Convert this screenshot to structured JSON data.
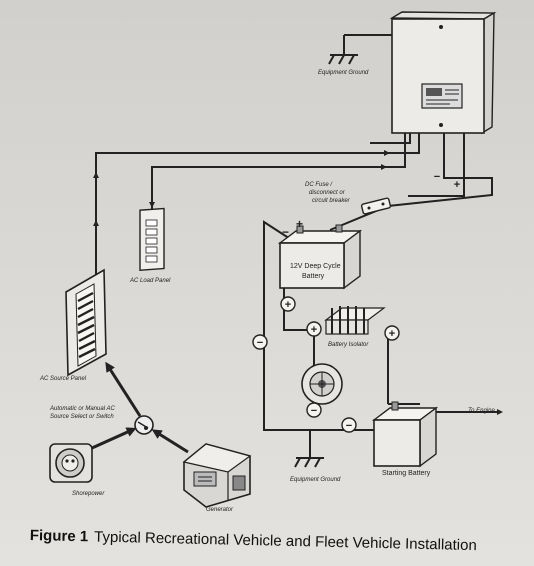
{
  "caption": {
    "figure": "Figure 1",
    "title": "Typical Recreational Vehicle and Fleet Vehicle Installation"
  },
  "labels": {
    "equipment_ground_top": "Equipment Ground",
    "dc_fuse": [
      "DC Fuse /",
      "disconnect or",
      "circuit breaker"
    ],
    "deep_cycle": [
      "12V Deep Cycle",
      "Battery"
    ],
    "ac_load_panel": "AC Load Panel",
    "battery_isolator": "Battery Isolator",
    "ac_source_panel": "AC Source Panel",
    "source_select": [
      "Automatic or Manual AC",
      "Source Select or Switch"
    ],
    "to_engine": "To Engine",
    "starting_battery": "Starting Battery",
    "equipment_ground_bottom": "Equipment Ground",
    "shorepower": "Shorepower",
    "generator": "Generator"
  },
  "terminals": {
    "plus": "+",
    "minus": "−"
  }
}
